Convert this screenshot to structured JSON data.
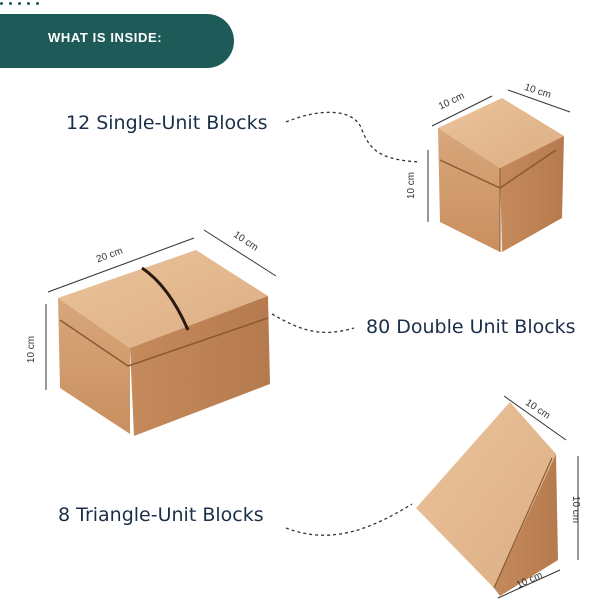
{
  "banner": {
    "title": "WHAT IS INSIDE:"
  },
  "items": [
    {
      "label": "12 Single-Unit Blocks",
      "dims": [
        "10 cm",
        "10 cm",
        "10 cm"
      ]
    },
    {
      "label": "80 Double Unit Blocks",
      "dims": [
        "20 cm",
        "10 cm",
        "10 cm"
      ]
    },
    {
      "label": "8 Triangle-Unit Blocks",
      "dims": [
        "10 cm",
        "10 cm",
        "10 cm"
      ]
    }
  ],
  "colors": {
    "banner": "#1d5a58",
    "text": "#1b2f49",
    "cardboard": "#d6a57a"
  }
}
